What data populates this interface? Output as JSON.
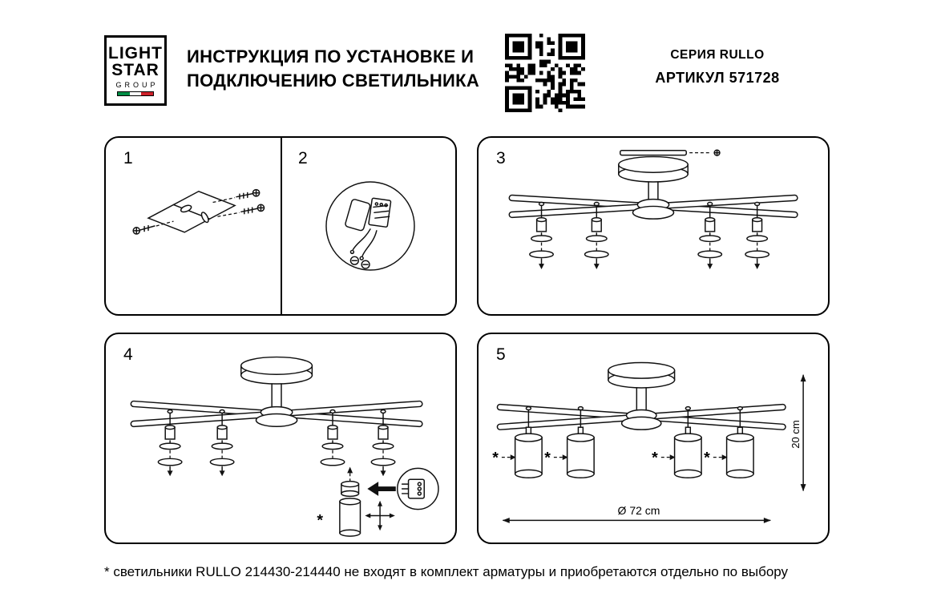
{
  "header": {
    "logo": {
      "word1": "LIGHT",
      "word2": "STAR",
      "group": "GROUP"
    },
    "title_line1": "ИНСТРУКЦИЯ ПО УСТАНОВКЕ И",
    "title_line2": "ПОДКЛЮЧЕНИЮ СВЕТИЛЬНИКА",
    "series": "СЕРИЯ RULLO",
    "article": "АРТИКУЛ 571728"
  },
  "steps": {
    "s1": "1",
    "s2": "2",
    "s3": "3",
    "s4": "4",
    "s5": "5"
  },
  "panel4": {
    "asterisk": "*"
  },
  "panel5": {
    "asterisk": "*",
    "height_label": "20 cm",
    "diameter_label": "Ø 72 cm"
  },
  "footnote": "* светильники RULLO 214430-214440 не входят в комплект арматуры и приобретаются отдельно по выбору",
  "colors": {
    "ink": "#000000",
    "flag_green": "#008C45",
    "flag_red": "#CD212A"
  }
}
